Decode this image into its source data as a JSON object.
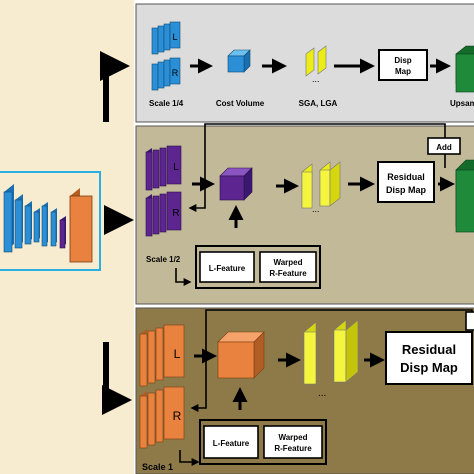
{
  "colors": {
    "left_panel_bg": "#f7ecd0",
    "panel1_bg": "#dcdcdc",
    "panel2_bg": "#c2b998",
    "panel3_bg": "#8d7a48",
    "blue": "#2a8fd6",
    "purple": "#5c2590",
    "orange": "#e8823e",
    "yellow": "#ecec18",
    "green": "#1e8a3a",
    "cyan_border": "#2ab0e0"
  },
  "scale14": {
    "L": "L",
    "R": "R",
    "scale_label": "Scale 1/4",
    "cost_volume_label": "Cost Volume",
    "sga_label": "SGA, LGA",
    "dots": "...",
    "disp_map_line1": "Disp",
    "disp_map_line2": "Map",
    "upsample_label": "Upsam"
  },
  "scale12": {
    "L": "L",
    "R": "R",
    "scale_label": "Scale 1/2",
    "add_label": "Add",
    "dots": "...",
    "residual_line1": "Residual",
    "residual_line2": "Disp Map",
    "l_feature_label": "L-Feature",
    "warped_line1": "Warped",
    "warped_line2": "R-Feature"
  },
  "scale1": {
    "L": "L",
    "R": "R",
    "scale_label": "Scale 1",
    "dots": "...",
    "residual_line1": "Residual",
    "residual_line2": "Disp Map",
    "l_feature_label": "L-Feature",
    "warped_line1": "Warped",
    "warped_line2": "R-Feature"
  }
}
